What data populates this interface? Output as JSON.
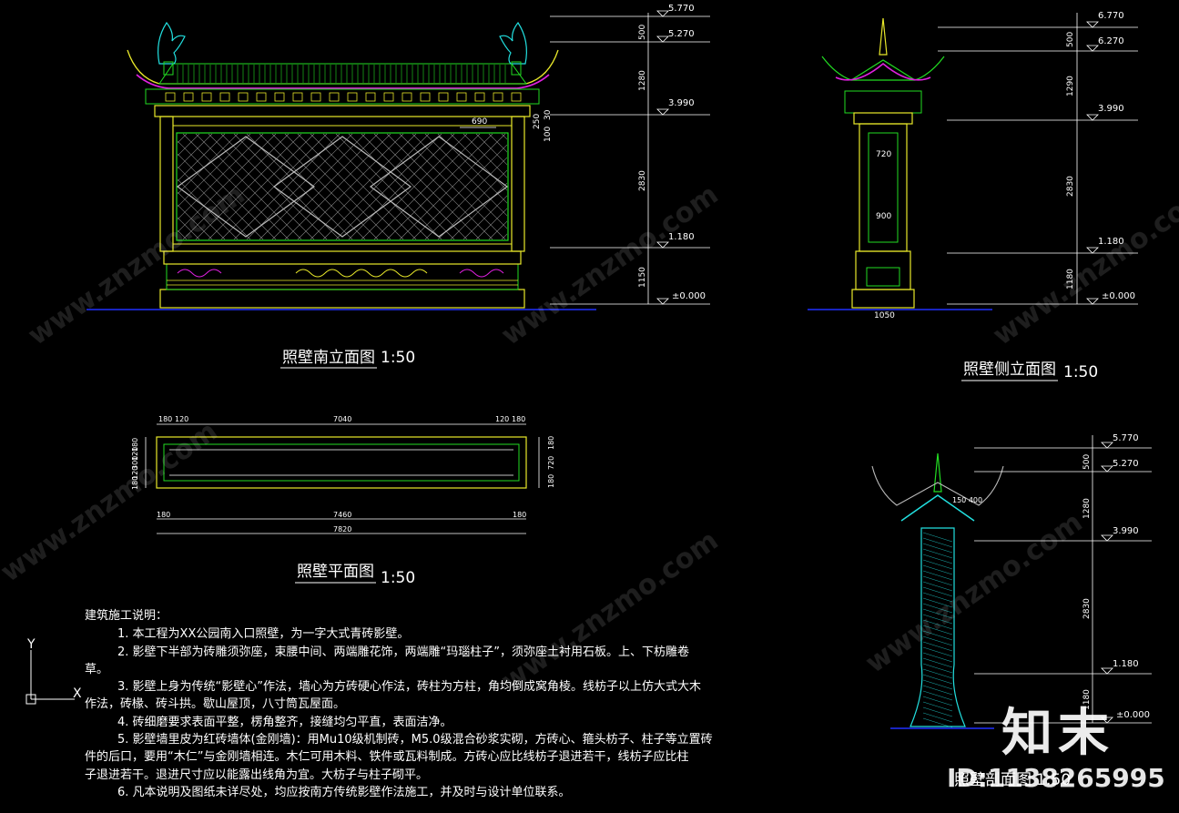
{
  "titles": {
    "south_elevation": "照壁南立面图",
    "south_scale": "1:50",
    "side_elevation": "照壁侧立面图",
    "side_scale": "1:50",
    "plan": "照壁平面图",
    "plan_scale": "1:50",
    "section": "照壁剖面图",
    "section_scale": "1:50"
  },
  "levels": {
    "top": "5.770",
    "ridge": "5.270",
    "eave": "3.990",
    "base_top": "1.180",
    "ground": "±0.000"
  },
  "side_levels": {
    "top": "6.770",
    "ridge": "6.270"
  },
  "south_dims": {
    "v": [
      "500",
      "1280",
      "2830",
      "1150"
    ],
    "panel": "690",
    "side": [
      "250",
      "30",
      "100"
    ]
  },
  "side_dims": {
    "v": [
      "500",
      "1290",
      "2830",
      "1180"
    ],
    "w1": "720",
    "w2": "900",
    "w3": "1050"
  },
  "section_dims": {
    "v": [
      "500",
      "1280",
      "2830",
      "1180"
    ],
    "roof": "150 400"
  },
  "plan_dims": {
    "top": [
      "180",
      "120",
      "7040",
      "120",
      "180"
    ],
    "bottom_inner": [
      "180",
      "7460",
      "180"
    ],
    "bottom_total": "7820",
    "left": [
      "180",
      "120",
      "300",
      "120",
      "180"
    ],
    "right": [
      "180",
      "720",
      "180"
    ]
  },
  "notes": {
    "heading": "建筑施工说明：",
    "items": [
      "1. 本工程为XX公园南入口照壁，为一字大式青砖影壁。",
      "2. 影壁下半部为砖雕须弥座，束腰中间、两端雕花饰，两端雕“玛瑙柱子”，须弥座土衬用石板。上、下枋雕卷",
      "草。",
      "3. 影壁上身为传统“影壁心”作法，墙心为方砖硬心作法，砖柱为方柱，角均倒成窝角棱。线枋子以上仿大式大木",
      "作法，砖椽、砖斗拱。歇山屋顶，八寸筒瓦屋面。",
      "4. 砖细磨要求表面平整，楞角整齐，接缝均匀平直，表面洁净。",
      "5. 影壁墙里皮为红砖墙体(金刚墙)：用Mu10级机制砖，M5.0级混合砂浆实砌，方砖心、箍头枋子、柱子等立置砖",
      "件的后口，要用“木仁”与金刚墙相连。木仁可用木料、铁件或瓦料制成。方砖心应比线枋子退进若干，线枋子应比柱",
      "子退进若干。退进尺寸应以能露出线角为宜。大枋子与柱子砌平。",
      "6. 凡本说明及图纸未详尽处，均应按南方传统影壁作法施工，并及时与设计单位联系。"
    ]
  },
  "ucs": {
    "y": "Y",
    "x": "X"
  },
  "watermark": {
    "brand": "知末",
    "id": "ID:1138265995",
    "site": "www.znzmo.com"
  },
  "colors": {
    "yellow": "#e8e82a",
    "green": "#22dd22",
    "cyan": "#22e0e0",
    "magenta": "#e020e0",
    "white": "#ffffff",
    "blue": "#2030ff"
  }
}
